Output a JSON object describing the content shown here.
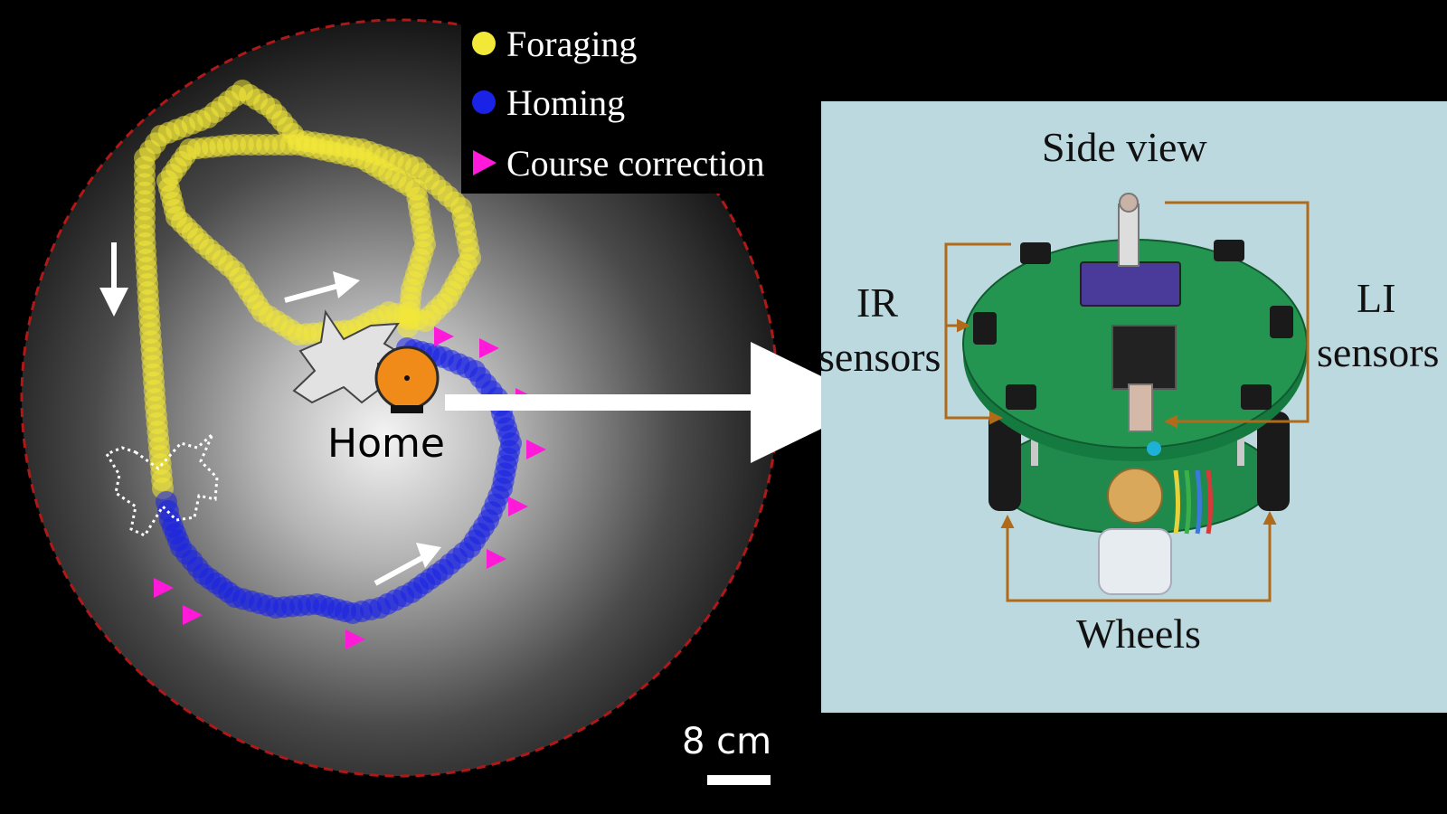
{
  "legend": {
    "foraging": "Foraging",
    "homing": "Homing",
    "course_correction": "Course correction"
  },
  "arena": {
    "home_label": "Home",
    "scale_label": "8 cm"
  },
  "robot_panel": {
    "title": "Side view",
    "ir_line1": "IR",
    "ir_line2": "sensors",
    "li_line1": "LI",
    "li_line2": "sensors",
    "wheels": "Wheels"
  },
  "colors": {
    "foraging": "#f2e838",
    "homing": "#1a22e6",
    "course_correction": "#ff1ad9",
    "panel_bg": "#bcd9df",
    "board": "#1f8a4c",
    "arrow_lines": "#b06a1a",
    "home_marker": "#f08a18"
  },
  "path": {
    "foraging": [
      [
        180,
        540
      ],
      [
        172,
        450
      ],
      [
        165,
        350
      ],
      [
        160,
        260
      ],
      [
        160,
        175
      ],
      [
        178,
        150
      ],
      [
        230,
        130
      ],
      [
        268,
        100
      ],
      [
        300,
        120
      ],
      [
        330,
        155
      ],
      [
        400,
        165
      ],
      [
        460,
        185
      ],
      [
        510,
        230
      ],
      [
        520,
        285
      ],
      [
        495,
        330
      ],
      [
        470,
        355
      ],
      [
        430,
        345
      ],
      [
        390,
        365
      ],
      [
        330,
        370
      ],
      [
        290,
        345
      ],
      [
        260,
        300
      ],
      [
        225,
        270
      ],
      [
        195,
        240
      ],
      [
        185,
        200
      ],
      [
        210,
        165
      ],
      [
        260,
        160
      ],
      [
        330,
        160
      ],
      [
        400,
        175
      ],
      [
        460,
        210
      ],
      [
        470,
        270
      ],
      [
        455,
        320
      ],
      [
        450,
        370
      ]
    ],
    "homing": [
      [
        450,
        385
      ],
      [
        490,
        395
      ],
      [
        525,
        410
      ],
      [
        550,
        440
      ],
      [
        565,
        490
      ],
      [
        555,
        540
      ],
      [
        540,
        575
      ],
      [
        520,
        605
      ],
      [
        490,
        630
      ],
      [
        455,
        655
      ],
      [
        420,
        672
      ],
      [
        390,
        678
      ],
      [
        350,
        668
      ],
      [
        305,
        672
      ],
      [
        260,
        660
      ],
      [
        225,
        635
      ],
      [
        200,
        605
      ],
      [
        188,
        575
      ],
      [
        182,
        545
      ]
    ]
  },
  "course_corrections": [
    [
      490,
      372
    ],
    [
      540,
      385
    ],
    [
      580,
      440
    ],
    [
      592,
      497
    ],
    [
      572,
      560
    ],
    [
      548,
      618
    ],
    [
      392,
      707
    ],
    [
      212,
      680
    ],
    [
      180,
      650
    ]
  ]
}
